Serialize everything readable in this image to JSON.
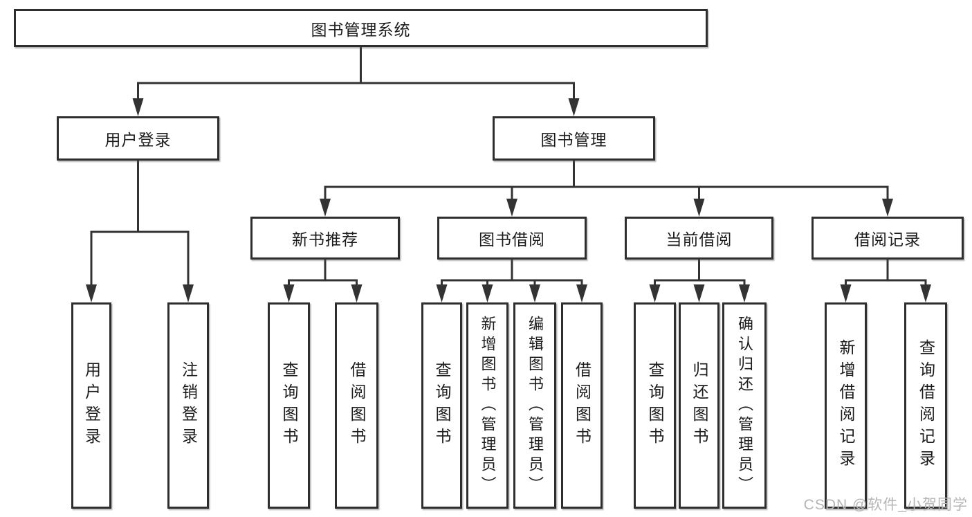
{
  "diagram": {
    "root": {
      "label": "图书管理系统"
    },
    "branches": [
      {
        "label": "用户登录",
        "leaves": [
          {
            "label": "用户登录"
          },
          {
            "label": "注销登录"
          }
        ]
      },
      {
        "label": "图书管理",
        "children": [
          {
            "label": "新书推荐",
            "leaves": [
              {
                "label": "查询图书"
              },
              {
                "label": "借阅图书"
              }
            ]
          },
          {
            "label": "图书借阅",
            "leaves": [
              {
                "label": "查询图书"
              },
              {
                "label": "新增图书（管理员）"
              },
              {
                "label": "编辑图书（管理员）"
              },
              {
                "label": "借阅图书"
              }
            ]
          },
          {
            "label": "当前借阅",
            "leaves": [
              {
                "label": "查询图书"
              },
              {
                "label": "归还图书"
              },
              {
                "label": "确认归还（管理员）"
              }
            ]
          },
          {
            "label": "借阅记录",
            "leaves": [
              {
                "label": "新增借阅记录"
              },
              {
                "label": "查询借阅记录"
              }
            ]
          }
        ]
      }
    ]
  },
  "watermark": {
    "text": "CSDN @软件_小贺同学"
  },
  "colors": {
    "line": "#333333",
    "border": "#2e2e2e",
    "text": "#1c1c1c",
    "watermark": "#b5b5b5",
    "background": "#ffffff"
  }
}
